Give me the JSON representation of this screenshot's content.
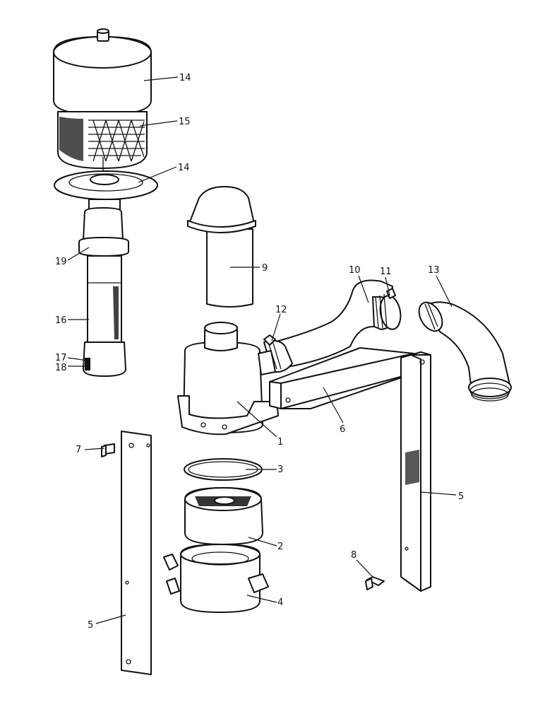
{
  "diagram": {
    "parts": [
      {
        "id": "cover-top",
        "label": "14"
      },
      {
        "id": "filter-element",
        "label": "15"
      },
      {
        "id": "cover-plate",
        "label": "14"
      },
      {
        "id": "sleeve-ring",
        "label": "19"
      },
      {
        "id": "centre-tube",
        "label": "16"
      },
      {
        "id": "tube-end-a",
        "label": "17"
      },
      {
        "id": "tube-end-b",
        "label": "18"
      },
      {
        "id": "rain-cap",
        "label": "9"
      },
      {
        "id": "intake-hose",
        "label": "10"
      },
      {
        "id": "hose-clip-a",
        "label": "11"
      },
      {
        "id": "hose-clip-b",
        "label": "12"
      },
      {
        "id": "elbow-hose",
        "label": "13"
      },
      {
        "id": "air-cleaner-body",
        "label": "1"
      },
      {
        "id": "support-bracket",
        "label": "6"
      },
      {
        "id": "mounting-strap-right",
        "label": "5"
      },
      {
        "id": "bolt-right",
        "label": "8"
      },
      {
        "id": "bolt-left",
        "label": "7"
      },
      {
        "id": "sealing-ring",
        "label": "3"
      },
      {
        "id": "pre-cleaner-element",
        "label": "2"
      },
      {
        "id": "dust-bowl",
        "label": "4"
      },
      {
        "id": "mounting-strap-left",
        "label": "5"
      }
    ]
  }
}
